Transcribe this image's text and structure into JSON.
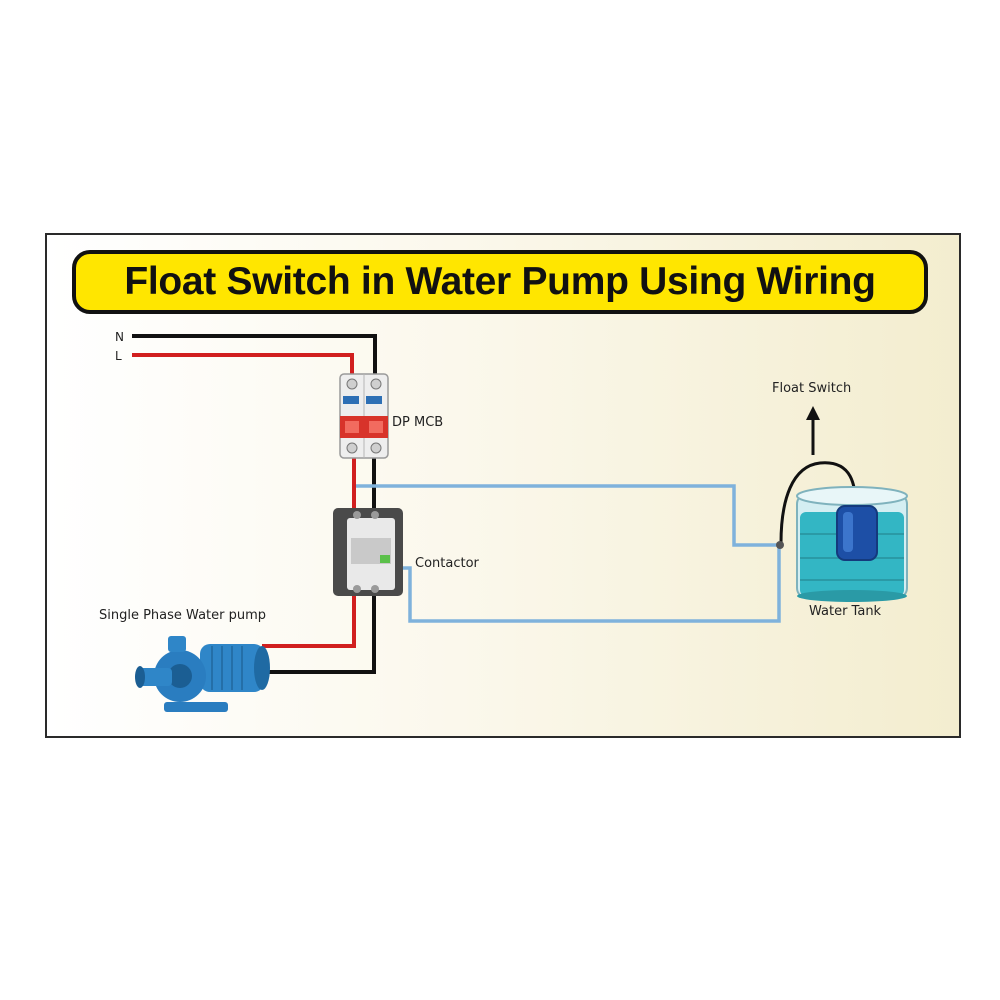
{
  "title": "Float Switch in Water Pump Using Wiring",
  "labels": {
    "neutral": "N",
    "line": "L",
    "mcb": "DP MCB",
    "contactor": "Contactor",
    "pump": "Single Phase Water pump",
    "float_switch": "Float Switch",
    "tank": "Water Tank"
  },
  "colors": {
    "neutral_wire": "#111111",
    "line_wire": "#d11f1f",
    "control_wire": "#7fb2dc",
    "banner": "#ffe600",
    "pump_body": "#2f86c8",
    "tank_water": "#33b6c4",
    "float": "#1d4fa6"
  }
}
